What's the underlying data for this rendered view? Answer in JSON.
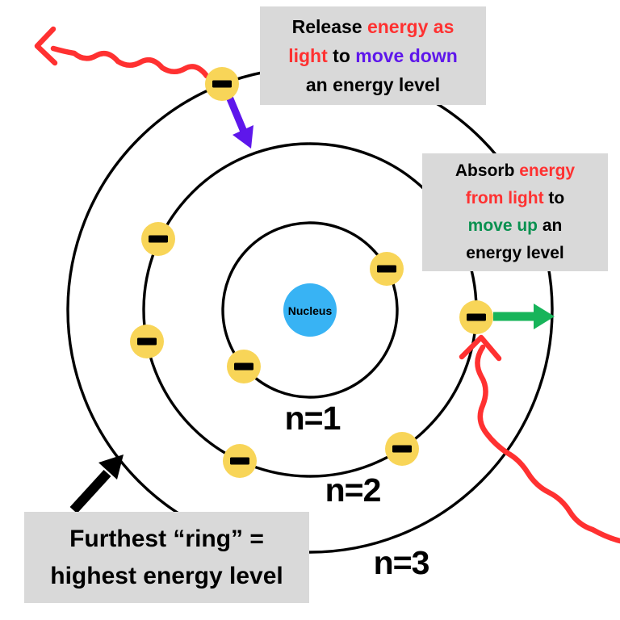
{
  "colors": {
    "ink": "#000000",
    "red": "#FF3131",
    "purple": "#5E17EB",
    "green_arrow": "#17B45A",
    "green_text": "#0A9150",
    "yellow": "#F8D558",
    "blue": "#38B3F4",
    "box_bg": "#D9D9D9",
    "paper": "#FFFFFF"
  },
  "labels": {
    "nucleus": "Nucleus",
    "n1": "n=1",
    "n2": "n=2",
    "n3": "n=3"
  },
  "callouts": {
    "release": {
      "line1": [
        "Release ",
        "energy as"
      ],
      "line2": [
        "light",
        " to ",
        "move down"
      ],
      "line3": [
        "an energy level"
      ]
    },
    "absorb": {
      "line1": [
        "Absorb ",
        "energy"
      ],
      "line2": [
        "from light",
        " to"
      ],
      "line3": [
        "move up",
        " an"
      ],
      "line4": [
        "energy level"
      ]
    },
    "furthest": {
      "line1": "Furthest “ring” =",
      "line2": "highest energy level"
    }
  },
  "diagram": {
    "type": "bohr-atom-energy-levels",
    "ring_count": 3,
    "electron_count": 8,
    "electron_symbol": "−"
  }
}
